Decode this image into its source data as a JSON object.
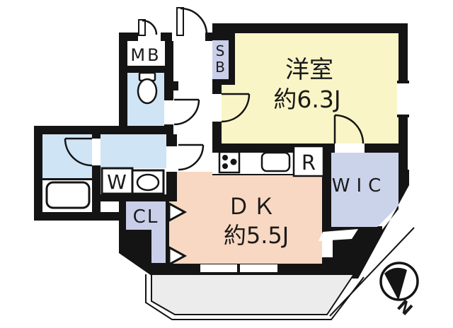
{
  "floorplan": {
    "title": "apartment-floorplan",
    "rooms": {
      "western_room": {
        "name": "洋室",
        "size": "約6.3J"
      },
      "dining_kitchen": {
        "name": "ＤＫ",
        "size": "約5.5J"
      },
      "walk_in_closet": {
        "label": "WIC"
      },
      "closet": {
        "label": "CL"
      },
      "meter_box": {
        "label": "MB"
      },
      "shoe_box_line1": "S",
      "shoe_box_line2": "B",
      "washer": {
        "label": "W"
      },
      "refrigerator": {
        "label": "R"
      }
    },
    "compass": {
      "label": "N"
    },
    "colors": {
      "wall": "#141414",
      "western_room": "#FAF5C6",
      "dining_kitchen": "#F8D8C2",
      "wet_area_blue": "#CFE4F4",
      "closet_purple": "#C9CFE8",
      "wic_purple": "#CBD3EB",
      "balcony_gray": "#ECECEC",
      "floor_white": "#FFFFFF"
    }
  }
}
